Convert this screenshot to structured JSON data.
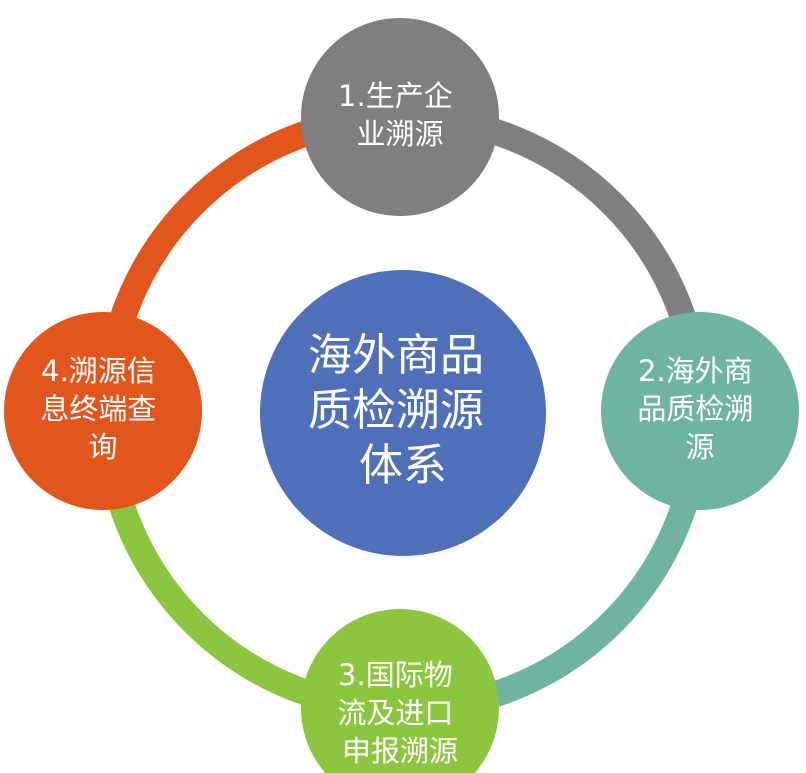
{
  "center": {
    "lines": [
      "海外商品",
      "质检溯源",
      "体系"
    ],
    "color": "#4f6fb8"
  },
  "nodes": [
    {
      "id": "node-1",
      "lines": [
        "1.生产企",
        "业溯源"
      ],
      "color": "#7f7f7f"
    },
    {
      "id": "node-2",
      "lines": [
        "2.海外商",
        "品质检溯",
        "源"
      ],
      "color": "#6fb4a0"
    },
    {
      "id": "node-3",
      "lines": [
        "3.国际物",
        "流及进口",
        "申报溯源"
      ],
      "color": "#8cc63f"
    },
    {
      "id": "node-4",
      "lines": [
        "4.溯源信",
        "息终端查",
        "询"
      ],
      "color": "#e2561d"
    }
  ]
}
